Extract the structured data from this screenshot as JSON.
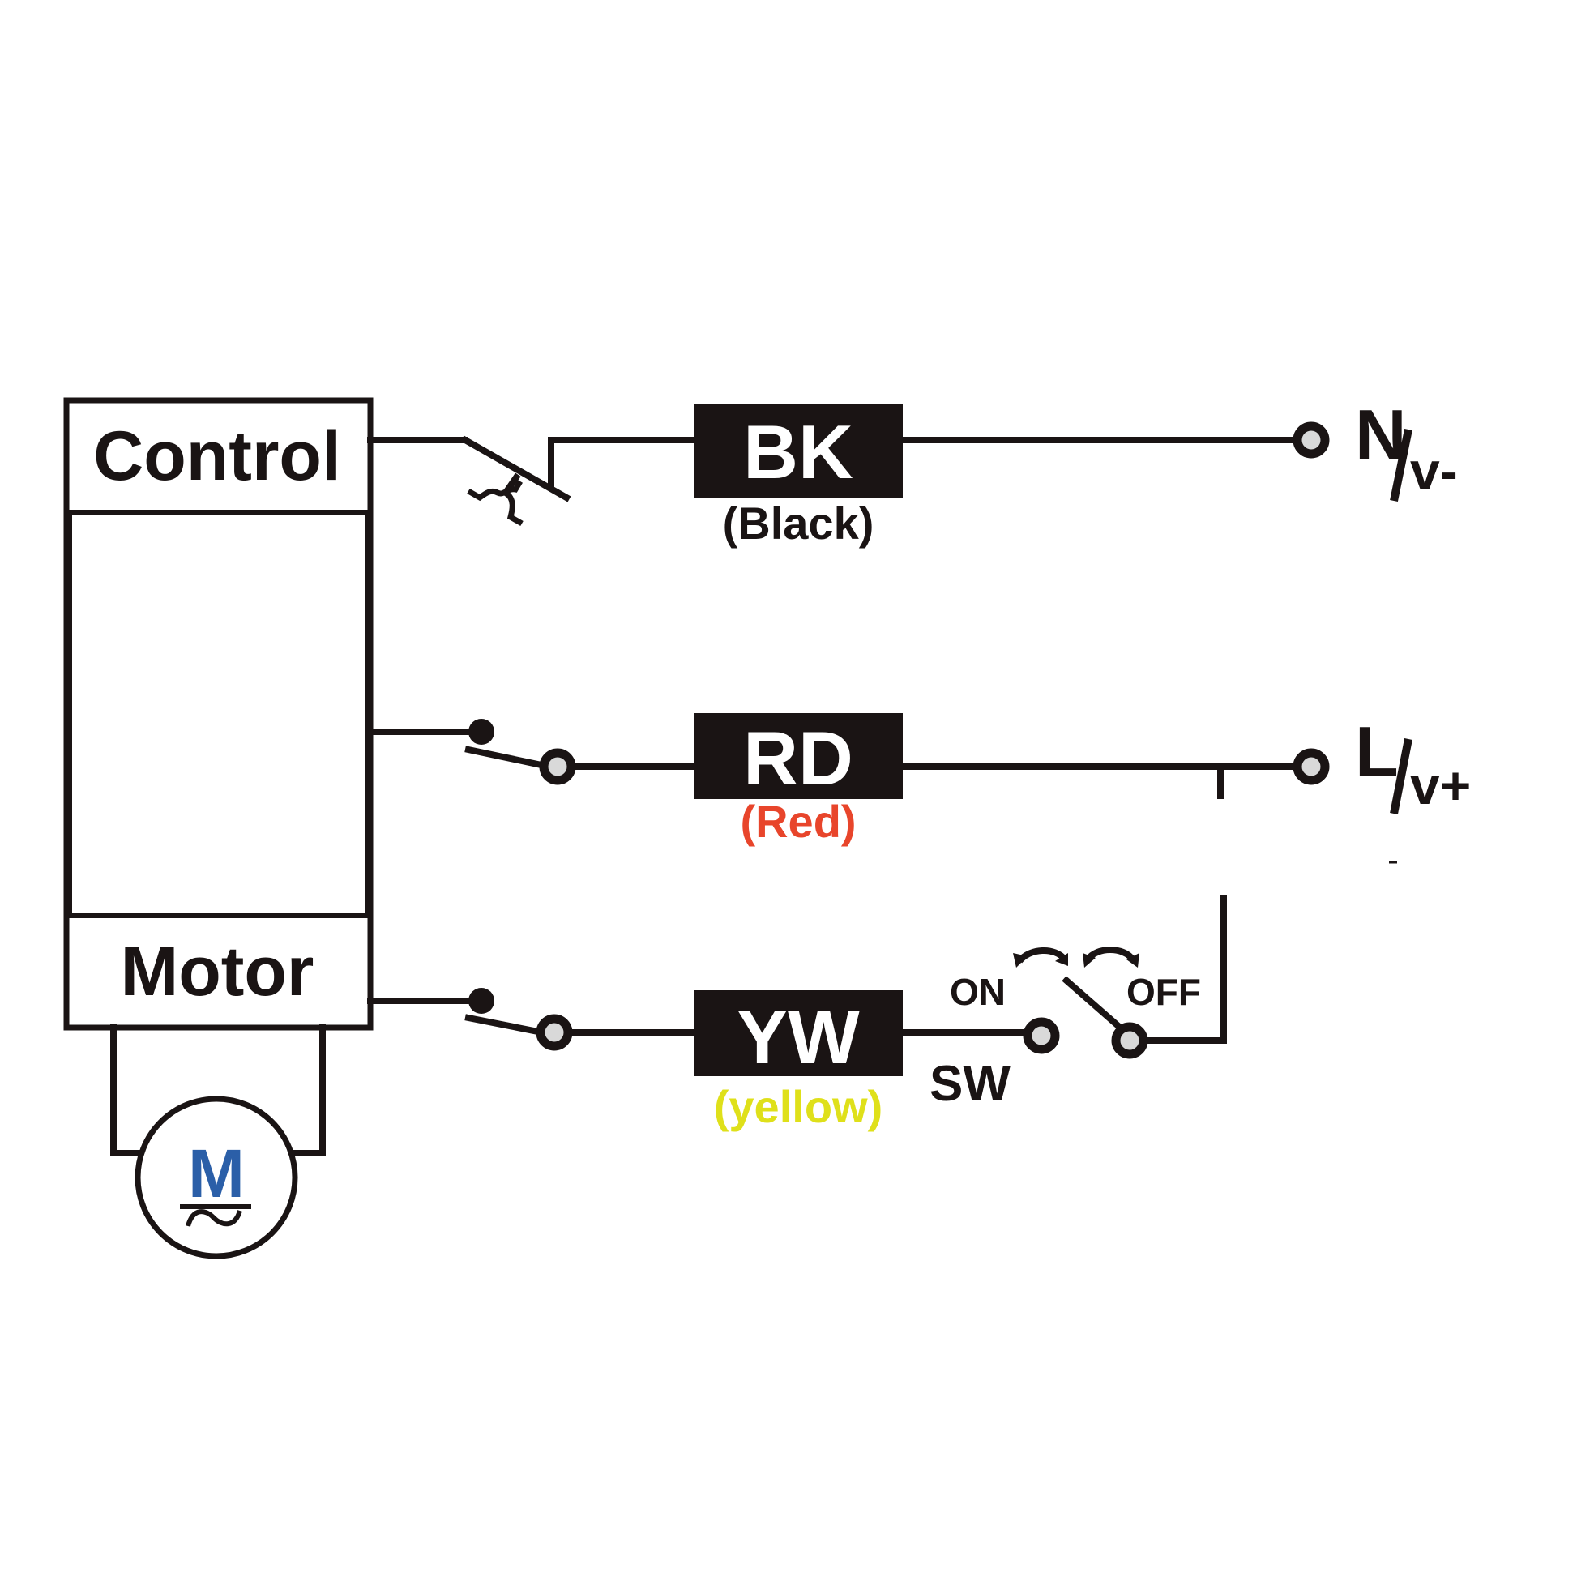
{
  "module": {
    "control_label": "Control",
    "motor_label": "Motor"
  },
  "motor_symbol": {
    "letter": "M",
    "ac_glyph": "~",
    "letter_color": "#2b5fa8"
  },
  "wires": [
    {
      "code": "BK",
      "name": "(Black)",
      "name_color": "#1a1414"
    },
    {
      "code": "RD",
      "name": "(Red)",
      "name_color": "#e8452b"
    },
    {
      "code": "YW",
      "name": "(yellow)",
      "name_color": "#dfe01a"
    }
  ],
  "terminals": {
    "neutral": {
      "main": "N",
      "sub": "v-"
    },
    "line": {
      "main": "L",
      "sub": "v+"
    }
  },
  "switch": {
    "label": "SW",
    "on_label": "ON",
    "off_label": "OFF"
  },
  "colors": {
    "ink": "#1a1414",
    "terminal_fill": "#d9d9d9"
  }
}
